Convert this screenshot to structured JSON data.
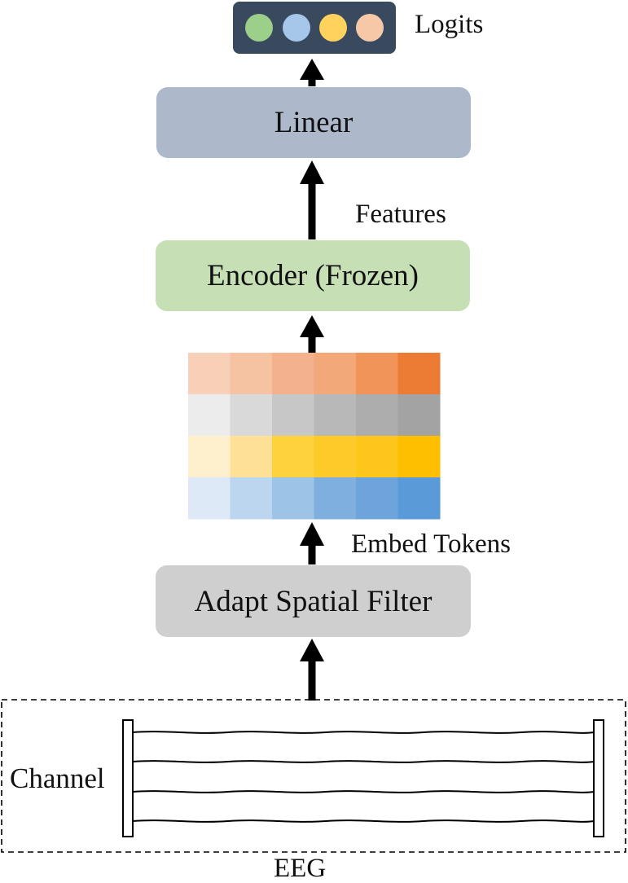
{
  "labels": {
    "logits": "Logits",
    "features": "Features",
    "embed_tokens": "Embed Tokens",
    "channel": "Channel",
    "eeg": "EEG"
  },
  "blocks": {
    "linear": "Linear",
    "encoder": "Encoder (Frozen)",
    "spatial_filter": "Adapt Spatial Filter"
  },
  "colors": {
    "logits_bg": "#3a4a5e",
    "logit_circles": [
      "#9bcf8a",
      "#a6c6ea",
      "#fdd35d",
      "#f7c8a8"
    ],
    "linear_bg": "#adb9cb",
    "encoder_bg": "#c6dfb4",
    "filter_bg": "#d0cfcf",
    "token_grid": [
      [
        "#f8d0b8",
        "#f5c2a2",
        "#f3b18e",
        "#f2a878",
        "#f0945a",
        "#ec7b33"
      ],
      [
        "#ececec",
        "#d9d9d9",
        "#c7c7c7",
        "#b8b8b8",
        "#adadad",
        "#a3a3a3"
      ],
      [
        "#fef0cc",
        "#fee196",
        "#fed23c",
        "#feca2a",
        "#fec51a",
        "#fdbf00"
      ],
      [
        "#dde9f6",
        "#bcd6f0",
        "#9dc3e6",
        "#7fafdf",
        "#6ea4dc",
        "#5a9ad8"
      ]
    ]
  }
}
